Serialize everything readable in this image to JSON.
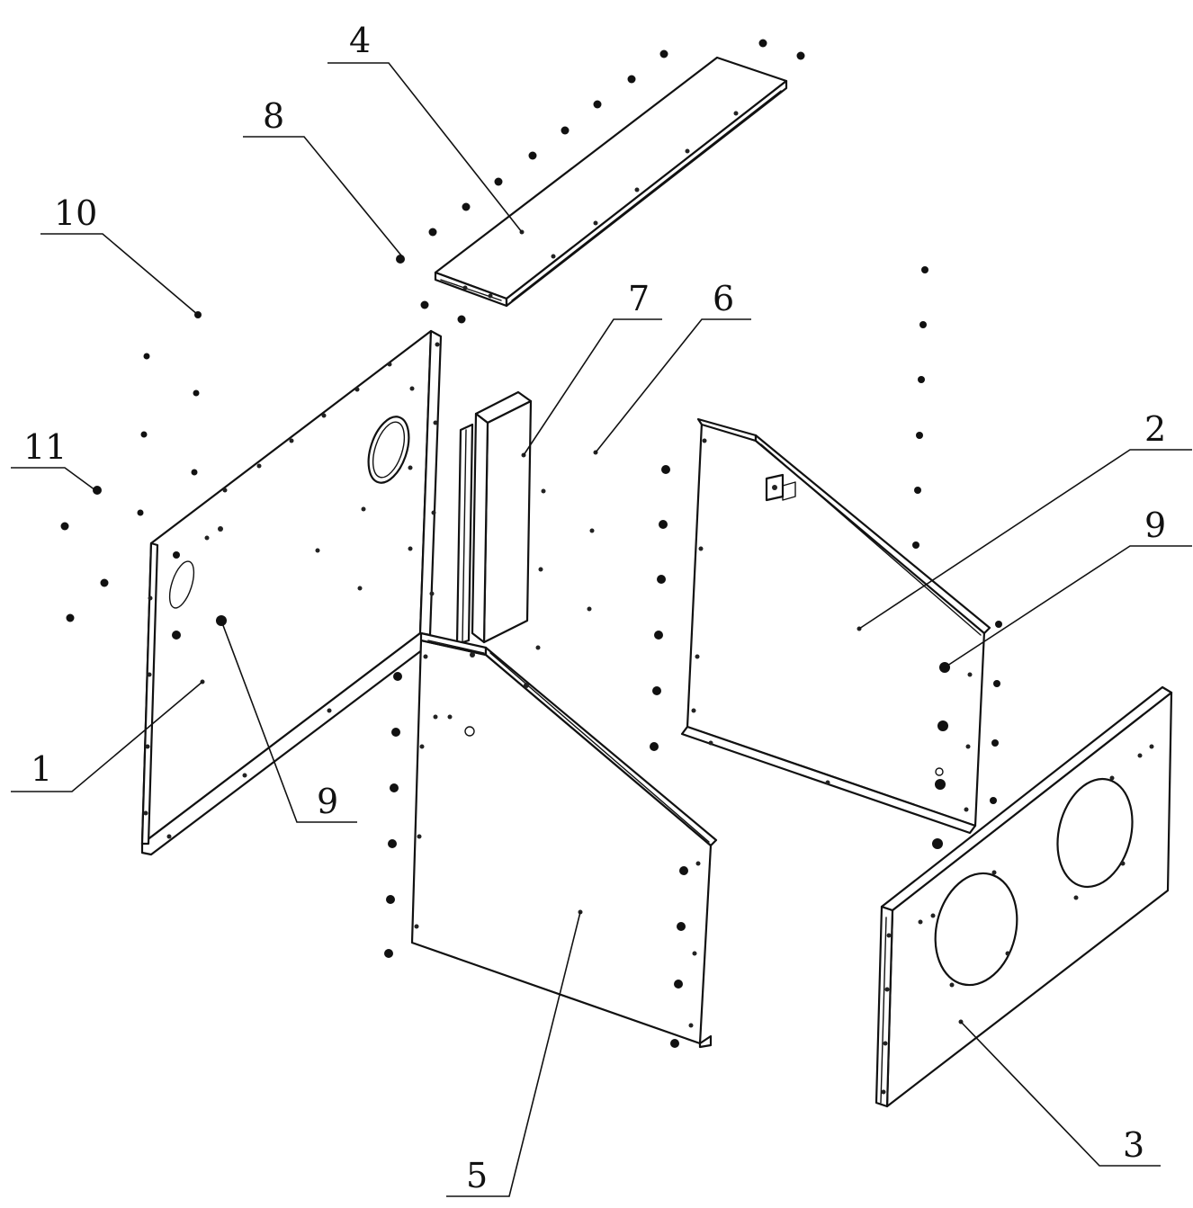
{
  "labels": {
    "part_1": "1",
    "part_2": "2",
    "part_3": "3",
    "part_4": "4",
    "part_5": "5",
    "part_6": "6",
    "part_7": "7",
    "part_8": "8",
    "part_9_left": "9",
    "part_9_right": "9",
    "part_10": "10",
    "part_11": "11"
  },
  "colors": {
    "line": "#111111",
    "background": "#ffffff"
  }
}
